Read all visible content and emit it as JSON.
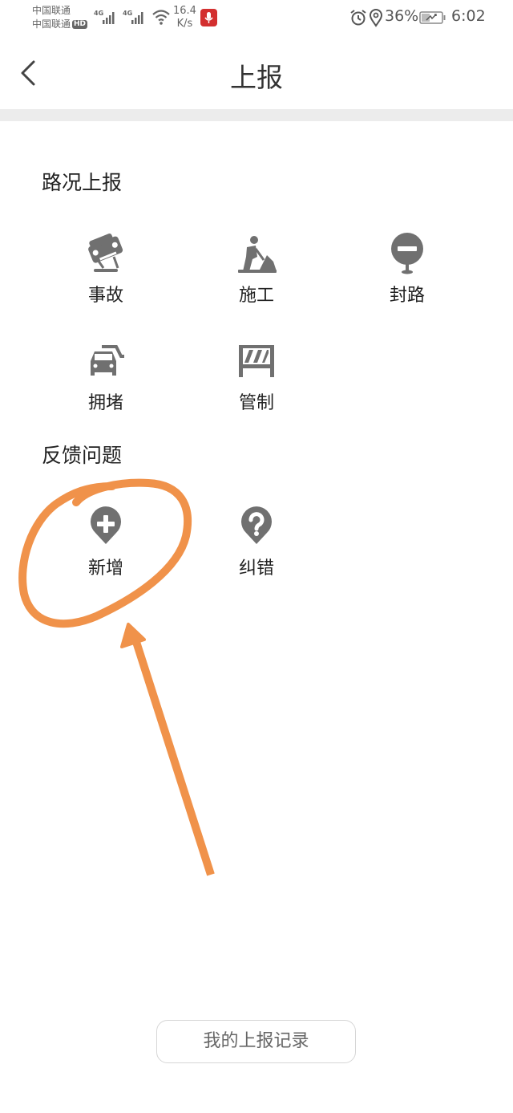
{
  "status_bar": {
    "carrier1": "中国联通",
    "carrier2": "中国联通",
    "hd_badge": "HD",
    "network1": "4G",
    "network2": "4G",
    "speed_value": "16.4",
    "speed_unit": "K/s",
    "battery": "36%",
    "time": "6:02",
    "icons": [
      "signal-icon",
      "signal-icon",
      "wifi-icon",
      "mic-icon",
      "alarm-icon",
      "location-icon",
      "battery-charging-icon"
    ]
  },
  "header": {
    "back_icon": "chevron-left-icon",
    "title": "上报"
  },
  "sections": [
    {
      "title": "路况上报",
      "items": [
        {
          "label": "事故",
          "icon": "car-accident-icon"
        },
        {
          "label": "施工",
          "icon": "construction-worker-icon"
        },
        {
          "label": "封路",
          "icon": "road-closed-icon"
        },
        {
          "label": "拥堵",
          "icon": "traffic-jam-icon"
        },
        {
          "label": "管制",
          "icon": "barrier-icon"
        }
      ]
    },
    {
      "title": "反馈问题",
      "items": [
        {
          "label": "新增",
          "icon": "add-pin-icon"
        },
        {
          "label": "纠错",
          "icon": "question-pin-icon"
        }
      ]
    }
  ],
  "footer": {
    "my_records_label": "我的上报记录"
  },
  "colors": {
    "icon_gray": "#707070",
    "annotation_orange": "#F0924A",
    "divider": "#ECECEC",
    "mic_red": "#D32F2F"
  }
}
